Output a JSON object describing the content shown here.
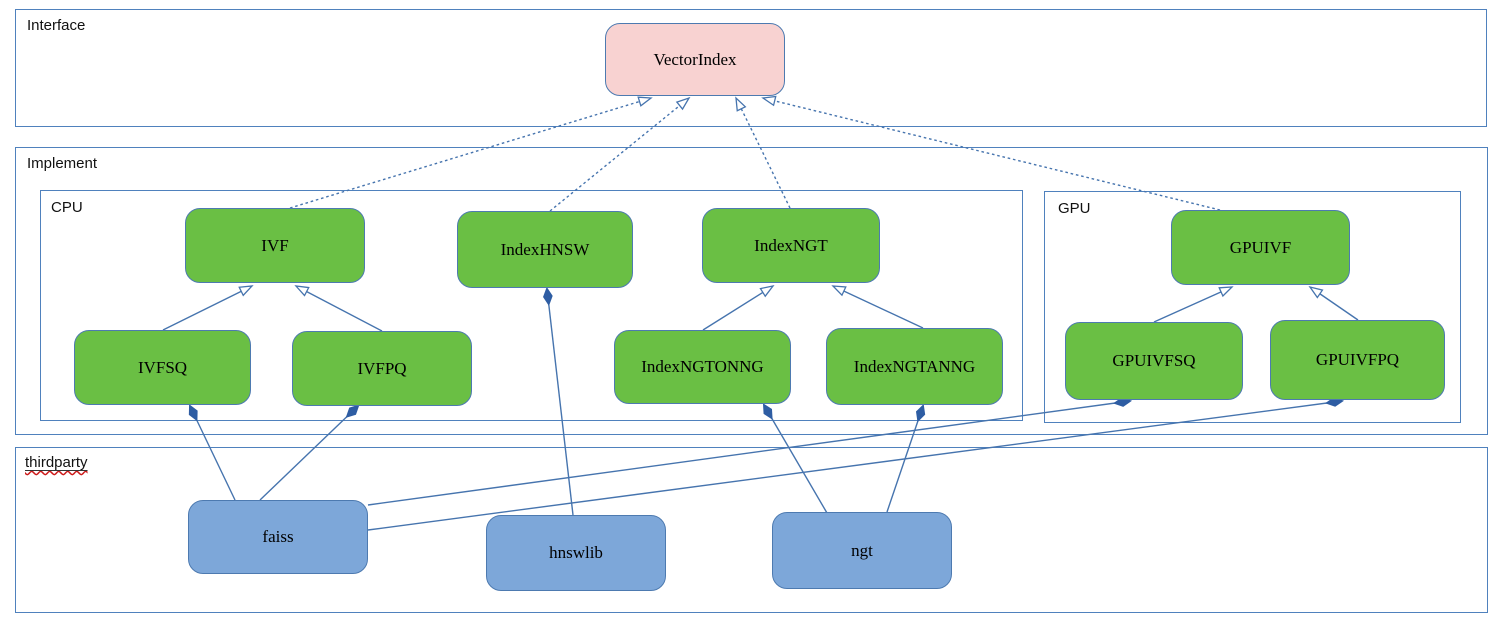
{
  "diagram_type": "uml-class-diagram",
  "containers": {
    "interface": {
      "label": "Interface"
    },
    "implement": {
      "label": "Implement"
    },
    "cpu": {
      "label": "CPU"
    },
    "gpu": {
      "label": "GPU"
    },
    "thirdparty": {
      "label": "thirdparty",
      "spellcheck_underline": true
    }
  },
  "nodes": {
    "vectorindex": {
      "label": "VectorIndex",
      "fill": "#f8d2d1",
      "group": "interface"
    },
    "ivf": {
      "label": "IVF",
      "fill": "#6abf44",
      "group": "cpu"
    },
    "indexhnsw": {
      "label": "IndexHNSW",
      "fill": "#6abf44",
      "group": "cpu"
    },
    "indexngt": {
      "label": "IndexNGT",
      "fill": "#6abf44",
      "group": "cpu"
    },
    "ivfsq": {
      "label": "IVFSQ",
      "fill": "#6abf44",
      "group": "cpu"
    },
    "ivfpq": {
      "label": "IVFPQ",
      "fill": "#6abf44",
      "group": "cpu"
    },
    "indexngtonng": {
      "label": "IndexNGTONNG",
      "fill": "#6abf44",
      "group": "cpu"
    },
    "indexngtanng": {
      "label": "IndexNGTANNG",
      "fill": "#6abf44",
      "group": "cpu"
    },
    "gpuivf": {
      "label": "GPUIVF",
      "fill": "#6abf44",
      "group": "gpu"
    },
    "gpuivfsq": {
      "label": "GPUIVFSQ",
      "fill": "#6abf44",
      "group": "gpu"
    },
    "gpuivfpq": {
      "label": "GPUIVFPQ",
      "fill": "#6abf44",
      "group": "gpu"
    },
    "faiss": {
      "label": "faiss",
      "fill": "#7da7d9",
      "group": "thirdparty"
    },
    "hnswlib": {
      "label": "hnswlib",
      "fill": "#7da7d9",
      "group": "thirdparty"
    },
    "ngt": {
      "label": "ngt",
      "fill": "#7da7d9",
      "group": "thirdparty"
    }
  },
  "edges": [
    {
      "from": "ivf",
      "to": "vectorindex",
      "type": "realization"
    },
    {
      "from": "indexhnsw",
      "to": "vectorindex",
      "type": "realization"
    },
    {
      "from": "indexngt",
      "to": "vectorindex",
      "type": "realization"
    },
    {
      "from": "gpuivf",
      "to": "vectorindex",
      "type": "realization"
    },
    {
      "from": "ivfsq",
      "to": "ivf",
      "type": "generalization"
    },
    {
      "from": "ivfpq",
      "to": "ivf",
      "type": "generalization"
    },
    {
      "from": "indexngtonng",
      "to": "indexngt",
      "type": "generalization"
    },
    {
      "from": "indexngtanng",
      "to": "indexngt",
      "type": "generalization"
    },
    {
      "from": "gpuivfsq",
      "to": "gpuivf",
      "type": "generalization"
    },
    {
      "from": "gpuivfpq",
      "to": "gpuivf",
      "type": "generalization"
    },
    {
      "from": "ivfsq",
      "to": "faiss",
      "type": "composition"
    },
    {
      "from": "ivfpq",
      "to": "faiss",
      "type": "composition"
    },
    {
      "from": "indexhnsw",
      "to": "hnswlib",
      "type": "composition"
    },
    {
      "from": "indexngtonng",
      "to": "ngt",
      "type": "composition"
    },
    {
      "from": "indexngtanng",
      "to": "ngt",
      "type": "composition"
    },
    {
      "from": "gpuivfsq",
      "to": "faiss",
      "type": "composition"
    },
    {
      "from": "gpuivfpq",
      "to": "faiss",
      "type": "composition"
    }
  ],
  "colors": {
    "container_border": "#4f81bd",
    "node_border": "#4d7ab0",
    "connector": "#4674ae",
    "diamond_fill": "#2e5da3",
    "green_fill": "#6abf44",
    "blue_fill": "#7da7d9",
    "pink_fill": "#f8d2d1",
    "spellcheck_red": "#cc1a1a"
  }
}
